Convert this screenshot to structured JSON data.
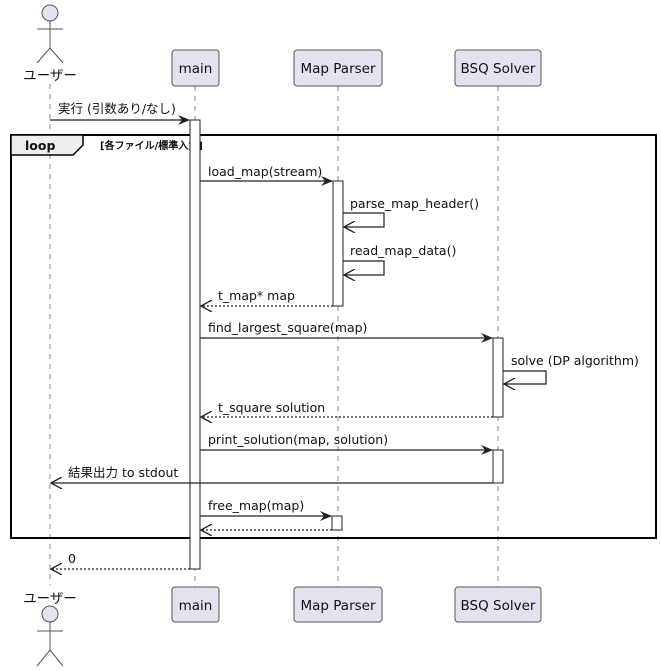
{
  "participants": {
    "user": "ユーザー",
    "main": "main",
    "parser": "Map Parser",
    "solver": "BSQ Solver"
  },
  "loop": {
    "keyword": "loop",
    "condition": "[各ファイル/標準入力]"
  },
  "messages": [
    {
      "from": "user",
      "to": "main",
      "label": "実行 (引数あり/なし)",
      "kind": "sync"
    },
    {
      "from": "main",
      "to": "parser",
      "label": "load_map(stream)",
      "kind": "sync"
    },
    {
      "from": "parser",
      "to": "parser",
      "label": "parse_map_header()",
      "kind": "self"
    },
    {
      "from": "parser",
      "to": "parser",
      "label": "read_map_data()",
      "kind": "self"
    },
    {
      "from": "parser",
      "to": "main",
      "label": "t_map* map",
      "kind": "return"
    },
    {
      "from": "main",
      "to": "solver",
      "label": "find_largest_square(map)",
      "kind": "sync"
    },
    {
      "from": "solver",
      "to": "solver",
      "label": "solve (DP algorithm)",
      "kind": "self"
    },
    {
      "from": "solver",
      "to": "main",
      "label": "t_square solution",
      "kind": "return"
    },
    {
      "from": "main",
      "to": "solver",
      "label": "print_solution(map, solution)",
      "kind": "sync"
    },
    {
      "from": "solver",
      "to": "user",
      "label": "結果出力 to stdout",
      "kind": "sync"
    },
    {
      "from": "main",
      "to": "parser",
      "label": "free_map(map)",
      "kind": "sync"
    },
    {
      "from": "parser",
      "to": "main",
      "label": "",
      "kind": "return"
    },
    {
      "from": "main",
      "to": "user",
      "label": "0",
      "kind": "return"
    }
  ]
}
